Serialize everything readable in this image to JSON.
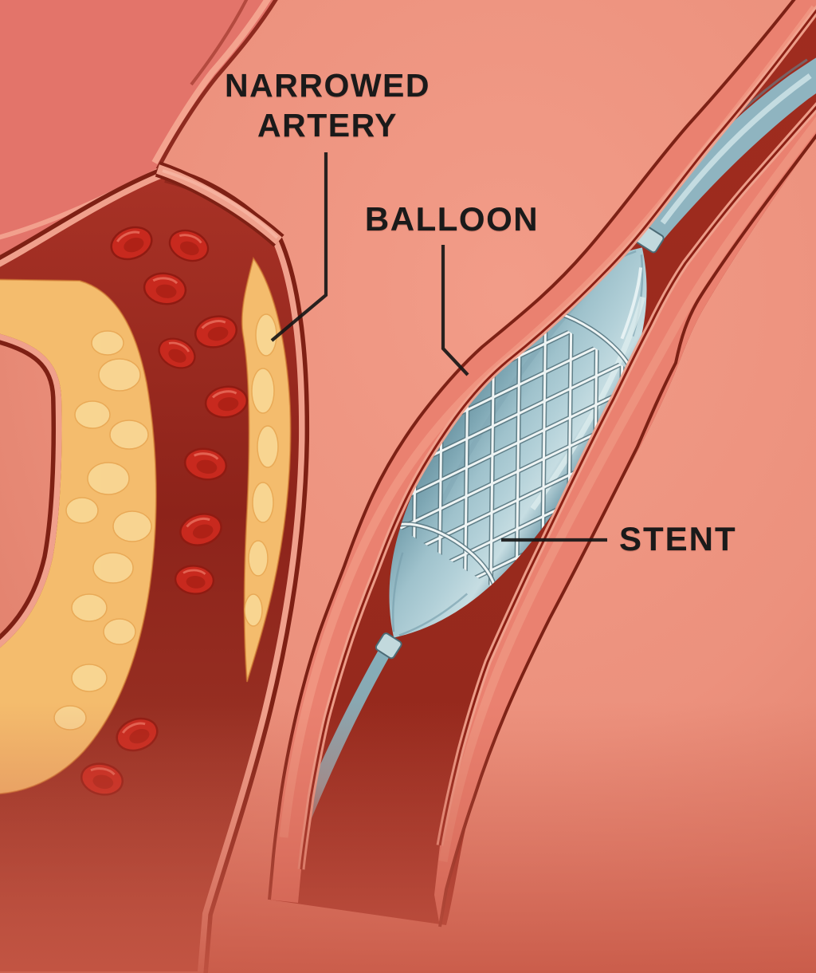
{
  "scene": "Medical illustration of balloon angioplasty: a narrowed artery with plaque and red blood cells (left) and a balloon catheter with mesh stent inflated inside an artery (right)",
  "labels": {
    "narrowed_artery": {
      "line1": "NARROWED",
      "line2": "ARTERY"
    },
    "balloon": {
      "text": "BALLOON"
    },
    "stent": {
      "text": "STENT"
    }
  },
  "colors": {
    "background_light": "#f19b87",
    "background_dark": "#ca5d4b",
    "artery_wall": "#e3746a",
    "artery_outline": "#7e2014",
    "artery_lining": "#f0a08c",
    "lumen_dark_red": "#9e2b1e",
    "plaque": "#f4bc6d",
    "plaque_lump": "#f9d795",
    "blood_cell": "#c8291e",
    "balloon": "#a9c9d2",
    "catheter_shaft": "#8fb4c0",
    "stent_strut_light": "#eef4f4",
    "stent_strut_dark": "#54727c",
    "label_text": "#1a1a1a",
    "leader_line": "#171717"
  }
}
